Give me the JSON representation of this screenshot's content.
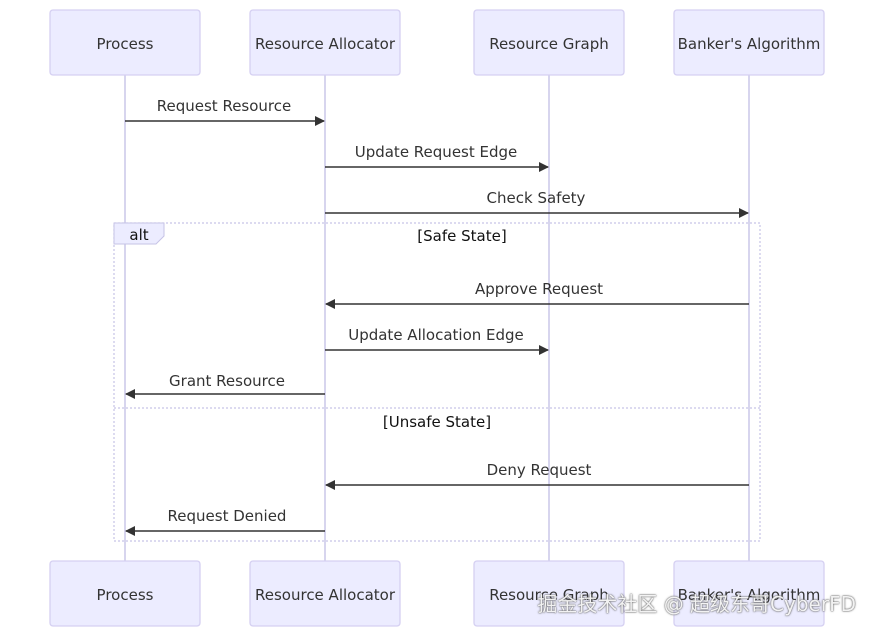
{
  "diagram": {
    "type": "sequence",
    "participants": [
      "Process",
      "Resource Allocator",
      "Resource Graph",
      "Banker's Algorithm"
    ],
    "messages": [
      {
        "from": 0,
        "to": 1,
        "label": "Request Resource"
      },
      {
        "from": 1,
        "to": 2,
        "label": "Update Request Edge"
      },
      {
        "from": 1,
        "to": 3,
        "label": "Check Safety"
      },
      {
        "from": 3,
        "to": 1,
        "label": "Approve Request"
      },
      {
        "from": 1,
        "to": 2,
        "label": "Update Allocation Edge"
      },
      {
        "from": 1,
        "to": 0,
        "label": "Grant Resource"
      },
      {
        "from": 3,
        "to": 1,
        "label": "Deny Request"
      },
      {
        "from": 1,
        "to": 0,
        "label": "Request Denied"
      }
    ],
    "alt_block": {
      "keyword": "alt",
      "conditions": [
        "[Safe State]",
        "[Unsafe State]"
      ]
    }
  },
  "watermark": "掘金技术社区 @ 超级东哥CyberFD",
  "colors": {
    "actor_fill": "#ECECFF",
    "actor_border": "#d5d0f2",
    "lifeline": "#c6c3e6",
    "arrow": "#333333"
  }
}
